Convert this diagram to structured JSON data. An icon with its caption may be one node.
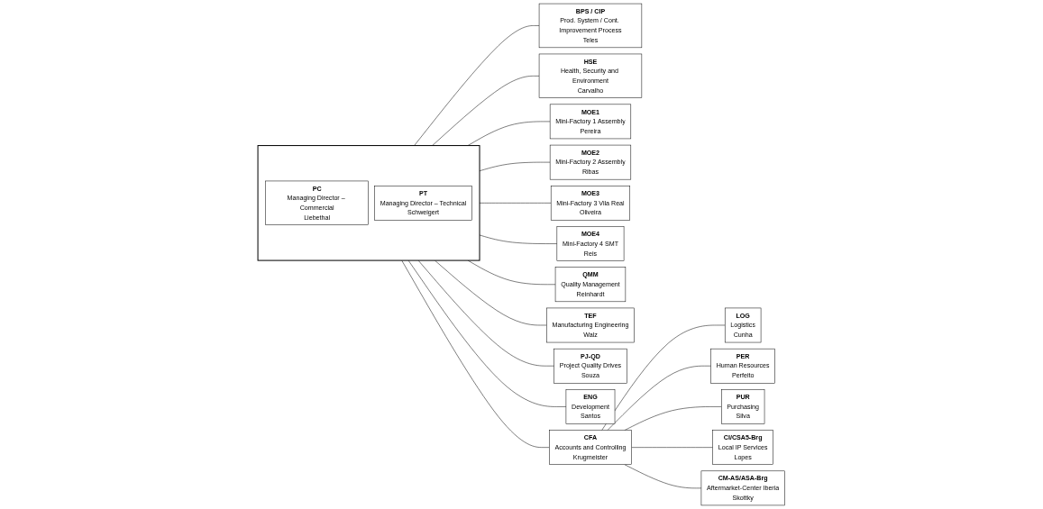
{
  "diagram": {
    "nodes": [
      {
        "text": [],
        "shape": "box"
      },
      {
        "text": [
          "PC",
          "Managing Director – Commercial",
          "Liebethal"
        ],
        "in": 0
      },
      {
        "text": [
          "PT",
          "Managing Director – Technical",
          "Schweigert"
        ],
        "in": 0
      },
      {
        "text": [
          "CFA",
          "Accounts and Controlling",
          "Krugmeister"
        ]
      },
      {
        "text": [
          "LOG",
          "Logistics",
          "Cunha"
        ]
      },
      {
        "text": [
          "PER",
          "Human Resources",
          "Perfeito"
        ]
      },
      {
        "text": [
          "PUR",
          "Purchasing",
          "Silva"
        ]
      },
      {
        "text": [
          "CI/CSA5-Brg",
          "Local IP Services",
          "Lopes"
        ]
      },
      {
        "text": [
          "CM-AS/ASA-Brg",
          "Aftermarket-Center Iberia",
          "Skottky"
        ]
      },
      {
        "text": [
          "MOE1",
          "Mini-Factory 1  Assembly",
          "Pereira"
        ]
      },
      {
        "text": [
          "MOE2",
          "Mini-Factory 2  Assembly",
          "Ribas"
        ]
      },
      {
        "text": [
          "MOE3",
          "Mini-Factory 3  Vila Real",
          "Oliveira"
        ]
      },
      {
        "text": [
          "MOE4",
          "Mini-Factory 4  SMT",
          "Reis"
        ]
      },
      {
        "text": [
          "QMM",
          "Quality Management",
          "Reinhardt"
        ]
      },
      {
        "text": [
          "TEF",
          "Manufacturing Engineering",
          "Walz"
        ]
      },
      {
        "text": [
          "ENG",
          "Development",
          "Santos"
        ]
      },
      {
        "text": [
          "BPS / CIP",
          "Prod. System / Cont. Improvement Process",
          "Teles"
        ]
      },
      {
        "text": [
          "HSE",
          "Health, Security and Environment",
          "Carvalho"
        ]
      },
      {
        "text": [
          "PJ-QD",
          "Project Quality Drives",
          "Souza"
        ]
      }
    ],
    "edges": [
      {
        "from": 0,
        "to": 3,
        "arrow": "none"
      },
      {
        "from": 3,
        "to": 4,
        "arrow": "none"
      },
      {
        "from": 3,
        "to": 5,
        "arrow": "none"
      },
      {
        "from": 3,
        "to": 6,
        "arrow": "none"
      },
      {
        "from": 3,
        "to": 7,
        "arrow": "none"
      },
      {
        "from": 3,
        "to": 8,
        "arrow": "none"
      },
      {
        "from": 0,
        "to": 9,
        "arrow": "none"
      },
      {
        "from": 0,
        "to": 10,
        "arrow": "none"
      },
      {
        "from": 0,
        "to": 11,
        "arrow": "none"
      },
      {
        "from": 0,
        "to": 12,
        "arrow": "none"
      },
      {
        "from": 0,
        "to": 13,
        "arrow": "none"
      },
      {
        "from": 0,
        "to": 14,
        "arrow": "none"
      },
      {
        "from": 0,
        "to": 15,
        "arrow": "none"
      },
      {
        "from": 0,
        "to": 16,
        "arrow": "none"
      },
      {
        "from": 0,
        "to": 17,
        "arrow": "none"
      },
      {
        "from": 0,
        "to": 18,
        "arrow": "none"
      }
    ]
  }
}
